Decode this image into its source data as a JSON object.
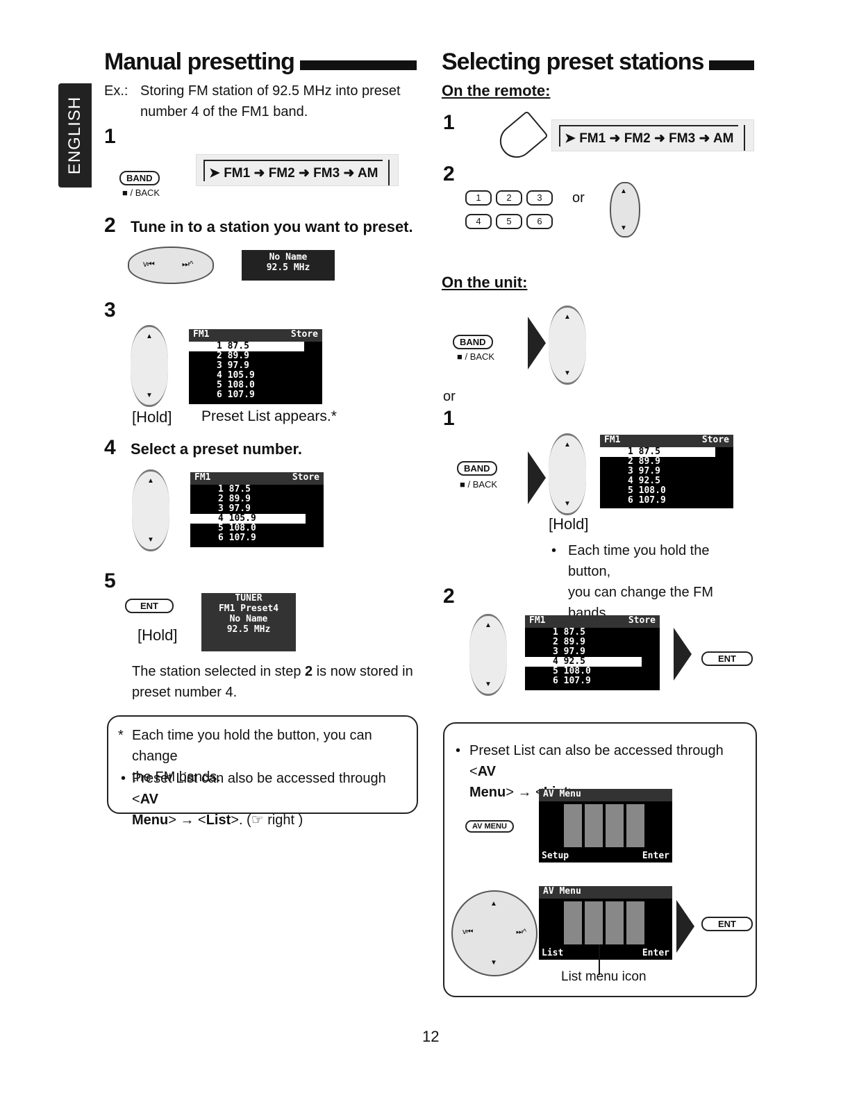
{
  "sidebar": {
    "language": "ENGLISH"
  },
  "left": {
    "title": "Manual presetting",
    "example_label": "Ex.:",
    "example_text_line1": "Storing FM station of 92.5 MHz into preset",
    "example_text_line2": "number 4 of the FM1 band.",
    "step1": "1",
    "band_button": "BAND",
    "back_label": "■ / BACK",
    "band_flow": [
      "FM1",
      "FM2",
      "FM3",
      "AM"
    ],
    "step2": "2",
    "step2_title": "Tune in to a station you want to preset.",
    "display_name": "No Name",
    "display_freq": "92.5 MHz",
    "step3": "3",
    "hold_label": "[Hold]",
    "preset_list_appears": "Preset List appears.*",
    "step4": "4",
    "step4_title": "Select a preset number.",
    "step5": "5",
    "ent_label": "ENT",
    "tuner_lines": [
      "TUNER",
      "FM1 Preset4",
      "No Name",
      "92.5 MHz"
    ],
    "stored_line1_pre": "The station selected in step",
    "stored_line1_bold": "2",
    "stored_line1_post": "is now stored in",
    "stored_line2": "preset number 4.",
    "note_line1": "Each time you hold the button, you can change",
    "note_line2": "the FM bands.",
    "note_line3_pre": "Preset List can also be accessed through <",
    "note_line3_bold": "AV",
    "note_line4_bold1": "Menu",
    "note_line4_mid": "> → <",
    "note_line4_bold2": "List",
    "note_line4_post": ">. (☞ right )"
  },
  "screens": {
    "fm_header": "FM1",
    "store_label": "Store",
    "ent": "ENT",
    "list_a": [
      "87.5",
      "89.9",
      "97.9",
      "105.9",
      "108.0",
      "107.9"
    ],
    "list_b": [
      "87.5",
      "89.9",
      "97.9",
      "92.5",
      "108.0",
      "107.9"
    ]
  },
  "right": {
    "title": "Selecting preset stations",
    "on_remote": "On the remote:",
    "step1": "1",
    "band_flow": [
      "FM1",
      "FM2",
      "FM3",
      "AM"
    ],
    "step2": "2",
    "keys_row1": [
      "1",
      "2",
      "3"
    ],
    "keys_row2": [
      "4",
      "5",
      "6"
    ],
    "or": "or",
    "on_unit": "On the unit:",
    "band_button": "BAND",
    "back_label": "■ / BACK",
    "or2": "or",
    "unit_step1": "1",
    "hold_label": "[Hold]",
    "each_time_line1": "Each time you hold the button,",
    "each_time_line2": "you can change the FM bands.",
    "unit_step2": "2",
    "ent_label": "ENT",
    "note_pre": "Preset List can also be accessed through <",
    "note_bold1": "AV",
    "note_bold2": "Menu",
    "note_mid": "> → <",
    "note_bold3": "List",
    "note_post": ">.",
    "av_menu_button": "AV MENU",
    "av_menu_title": "AV Menu",
    "av_setup": "Setup",
    "av_list": "List",
    "av_enter": "Enter",
    "list_menu_icon": "List menu icon"
  },
  "page_number": "12"
}
